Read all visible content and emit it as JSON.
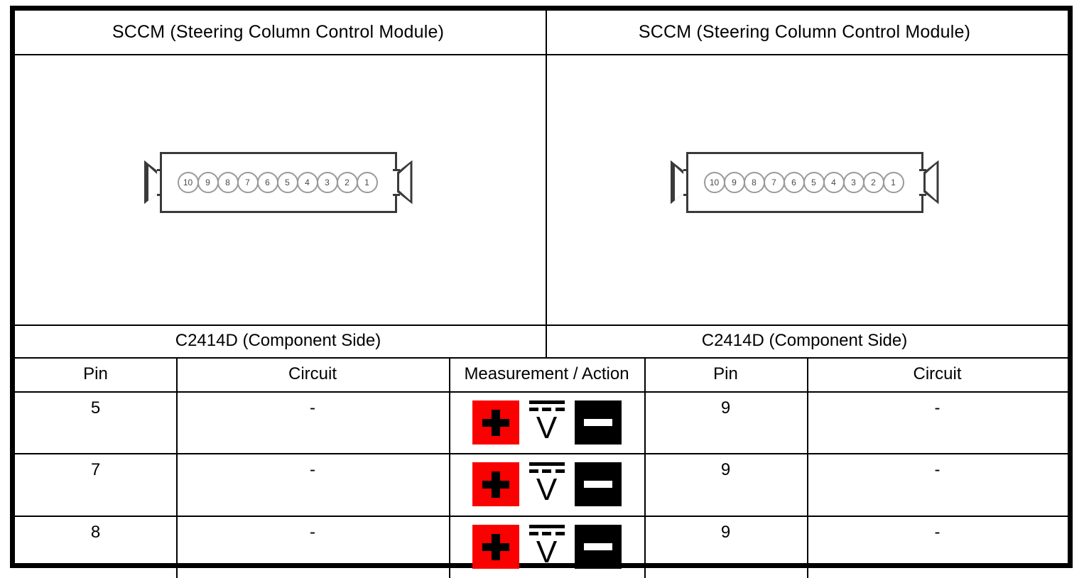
{
  "document": {
    "type": "connector-pinout-test-table"
  },
  "colors": {
    "positive_probe": "#FA0000",
    "negative_probe": "#000000",
    "border": "#000000",
    "pin_outline": "#9A9A9A",
    "connector_outline": "#3A3A3A"
  },
  "panels": {
    "left": {
      "title": "SCCM (Steering Column Control Module)",
      "caption": "C2414D (Component Side)",
      "connector": {
        "pin_count": 10,
        "pin_labels": [
          "10",
          "9",
          "8",
          "7",
          "6",
          "5",
          "4",
          "3",
          "2",
          "1"
        ]
      }
    },
    "right": {
      "title": "SCCM (Steering Column Control Module)",
      "caption": "C2414D (Component Side)",
      "connector": {
        "pin_count": 10,
        "pin_labels": [
          "10",
          "9",
          "8",
          "7",
          "6",
          "5",
          "4",
          "3",
          "2",
          "1"
        ]
      }
    }
  },
  "table": {
    "headers": {
      "pin_left": "Pin",
      "circuit_left": "Circuit",
      "measurement": "Measurement / Action",
      "pin_right": "Pin",
      "circuit_right": "Circuit"
    },
    "rows": [
      {
        "pin_left": "5",
        "circuit_left": "-",
        "measurement": {
          "positive_icon": "plus-probe-icon",
          "meter_icon": "dc-voltmeter-icon",
          "meter_label": "V",
          "negative_icon": "minus-probe-icon"
        },
        "pin_right": "9",
        "circuit_right": "-"
      },
      {
        "pin_left": "7",
        "circuit_left": "-",
        "measurement": {
          "positive_icon": "plus-probe-icon",
          "meter_icon": "dc-voltmeter-icon",
          "meter_label": "V",
          "negative_icon": "minus-probe-icon"
        },
        "pin_right": "9",
        "circuit_right": "-"
      },
      {
        "pin_left": "8",
        "circuit_left": "-",
        "measurement": {
          "positive_icon": "plus-probe-icon",
          "meter_icon": "dc-voltmeter-icon",
          "meter_label": "V",
          "negative_icon": "minus-probe-icon"
        },
        "pin_right": "9",
        "circuit_right": "-"
      }
    ]
  }
}
